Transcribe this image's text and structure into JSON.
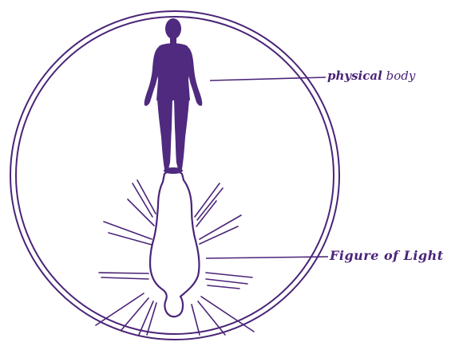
{
  "colors": {
    "ink": "#4a2478",
    "body_fill": "#4f2a7f",
    "background": "#ffffff"
  },
  "labels": {
    "physical_body_word1": "physical",
    "physical_body_word2": "body",
    "figure_of_light": "Figure of Light"
  }
}
